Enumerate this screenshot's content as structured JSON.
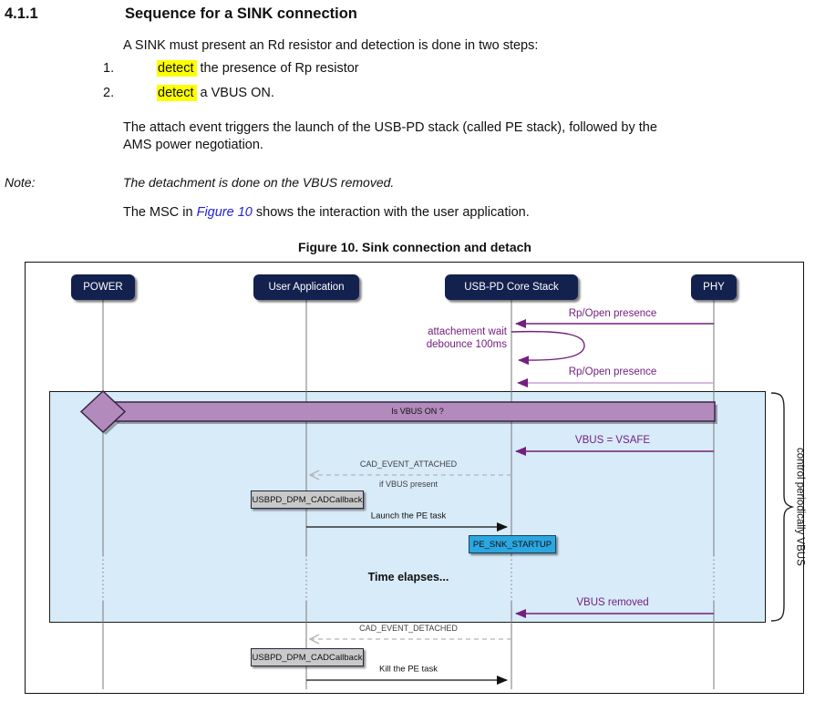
{
  "doc": {
    "section_number": "4.1.1",
    "section_title": "Sequence for a SINK connection",
    "intro": "A SINK must present an Rd resistor and detection is done in two steps:",
    "list": [
      {
        "num": "1.",
        "highlight": "detect",
        "rest": " the presence of Rp resistor"
      },
      {
        "num": "2.",
        "highlight": "detect",
        "rest": " a VBUS ON."
      }
    ],
    "attach_lines": [
      "The attach event triggers the launch of the USB-PD stack (called PE stack), followed by the",
      "AMS power negotiation."
    ],
    "note_label": "Note:",
    "note_text": "The detachment is done on the VBUS removed.",
    "msc_prefix": "The MSC in ",
    "msc_link": "Figure 10",
    "msc_suffix": " shows the interaction with the user application.",
    "figure_caption": "Figure 10. Sink connection and detach"
  },
  "diagram": {
    "lifelines": [
      {
        "label": "POWER"
      },
      {
        "label": "User Application"
      },
      {
        "label": "USB-PD Core Stack"
      },
      {
        "label": "PHY"
      }
    ],
    "labels": {
      "rp1": "Rp/Open presence",
      "wait1": "attachement wait",
      "wait2": "debounce 100ms",
      "rp2": "Rp/Open presence",
      "vbus_on": "Is VBUS ON ?",
      "vsafe": "VBUS = VSAFE",
      "cad_attached": "CAD_EVENT_ATTACHED",
      "if_vbus": "if VBUS present",
      "callback1": "USBPD_DPM_CADCallback",
      "launch": "Launch the PE task",
      "state": "PE_SNK_STARTUP",
      "time": "Time elapses...",
      "vbus_removed": "VBUS removed",
      "cad_detached": "CAD_EVENT_DETACHED",
      "callback2": "USBPD_DPM_CADCallback",
      "kill": "Kill the PE task",
      "brace": "control periodically VBUS"
    },
    "colors": {
      "purple": "#74207f",
      "lavender": "#c9a3d4",
      "navy_box": "#13214f",
      "bar_fill": "#b28abc",
      "region_fill": "#d7ebf8",
      "callback_fill": "#c9c9c9",
      "state_fill": "#2ca6e0",
      "highlight": "#fdff00",
      "link_blue": "#2323d4"
    }
  }
}
